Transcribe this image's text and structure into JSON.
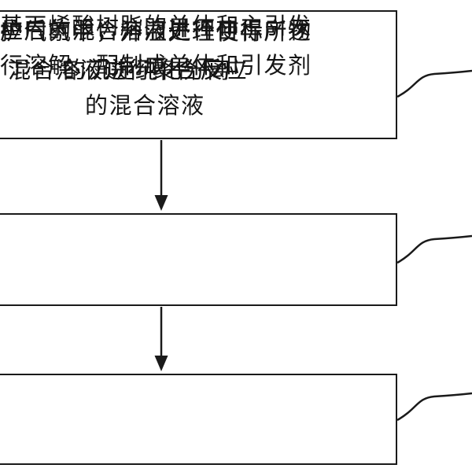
{
  "steps": [
    {
      "lines": [
        "基丙烯酸树脂的单体和主引发",
        "行溶解，配制成单体和引发剂",
        "的混合溶液"
      ]
    },
    {
      "lines": [
        "护气氛中，升温处理使得所述",
        "混合溶液进行聚合反应"
      ]
    },
    {
      "lines": [
        "应后的混合溶液进行目标产物",
        "的沉淀纯化分离"
      ]
    }
  ],
  "colors": {
    "stroke": "#1a1a1a",
    "text": "#151515",
    "background": "#ffffff"
  }
}
